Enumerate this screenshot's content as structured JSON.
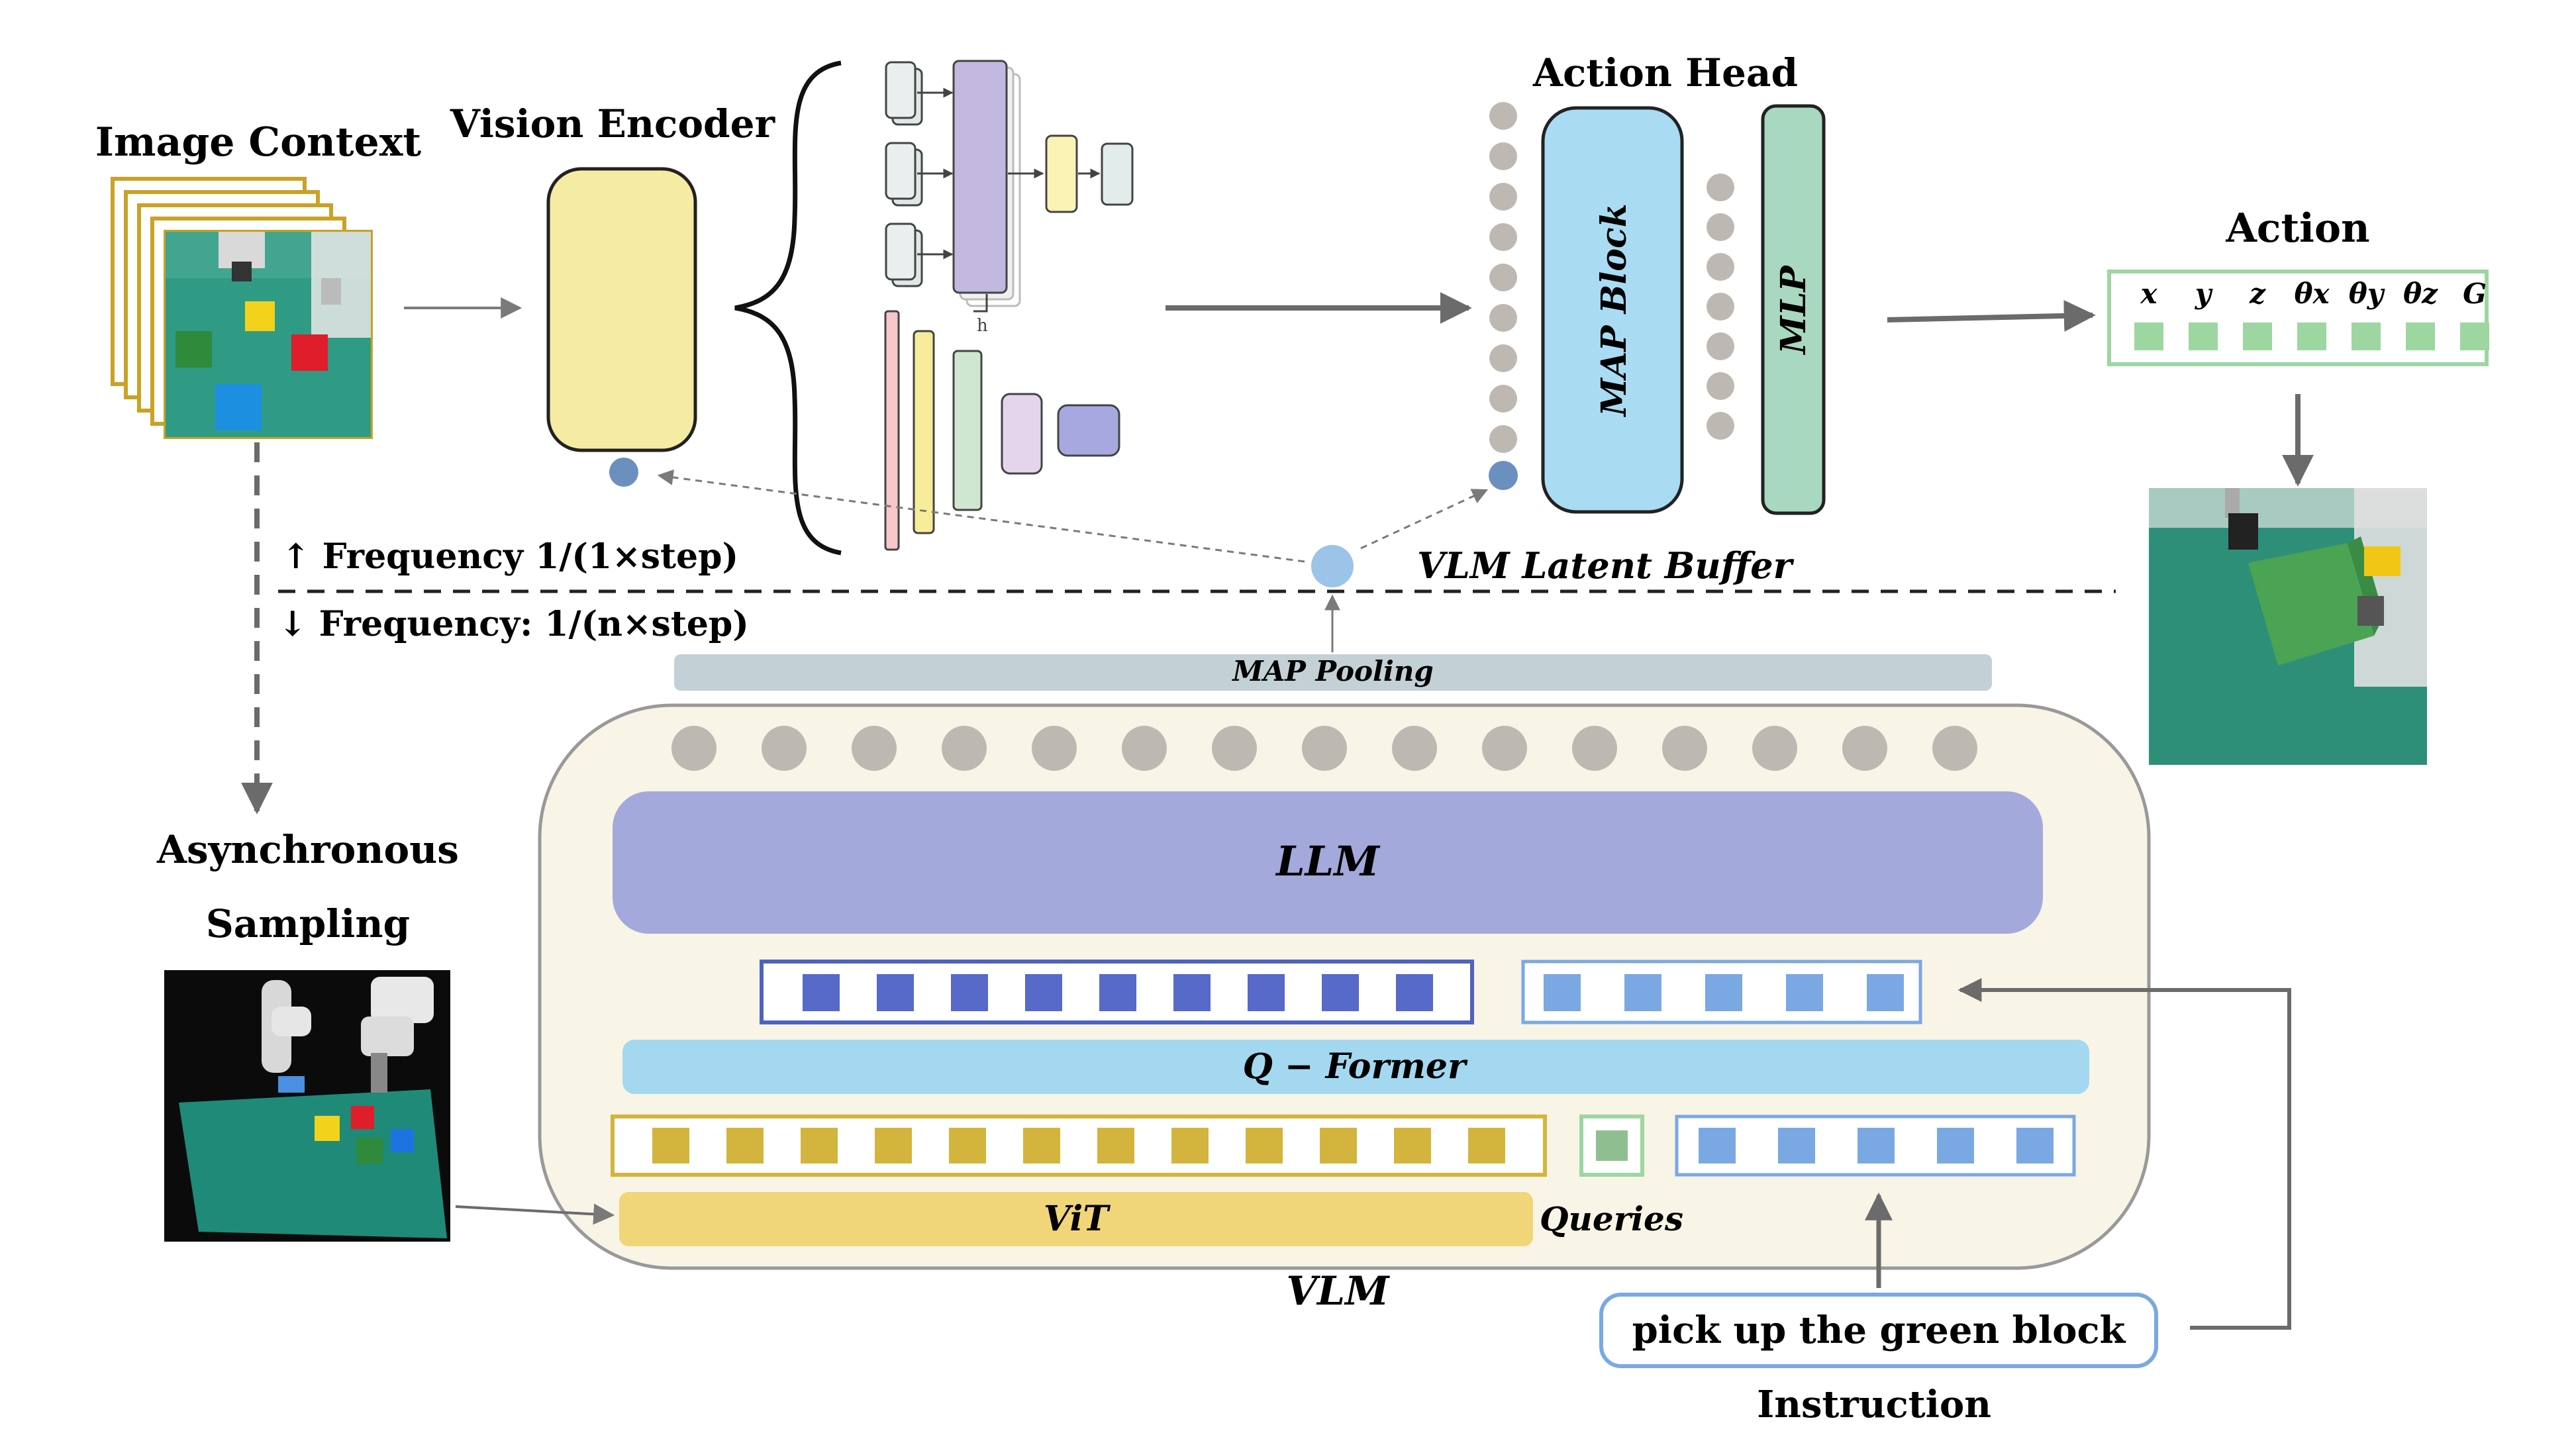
{
  "labels": {
    "image_context": "Image Context",
    "vision_encoder": "Vision Encoder",
    "action_head": "Action Head",
    "action": "Action",
    "map_block": "MAP Block",
    "mlp": "MLP",
    "vlm_latent_buffer": "VLM Latent Buffer",
    "freq_high": "↑ Frequency 1/(1×step)",
    "freq_low": "↓ Frequency: 1/(n×step)",
    "map_pooling": "MAP Pooling",
    "llm": "LLM",
    "q_former": "Q − Former",
    "vit": "ViT",
    "queries": "Queries",
    "vlm": "VLM",
    "asynchronous": "Asynchronous",
    "sampling": "Sampling",
    "instruction_text": "pick up the green block",
    "instruction": "Instruction",
    "h_glyph": "h"
  },
  "action_components": [
    "x",
    "y",
    "z",
    "θx",
    "θy",
    "θz",
    "G"
  ],
  "colors": {
    "vision_encoder_fill": "#f5eba3",
    "map_block_fill": "#a9dcf2",
    "mlp_fill": "#a8d8bf",
    "llm_fill": "#a3a9db",
    "q_former_fill": "#a3d8f0",
    "vit_fill": "#f0d679",
    "vlm_bg": "#f8f4e6",
    "map_pooling_fill": "#c3d1d6",
    "action_box": "#9ed6a2",
    "token_dark_blue": "#5769c9",
    "token_light_blue": "#7aa8e3",
    "token_yellow": "#d3b53e",
    "gray_circle": "#bdb9b2"
  },
  "icons": [
    "camera-frame-stack",
    "robot-scene-photo",
    "lab-robot-photo",
    "result-photo"
  ]
}
